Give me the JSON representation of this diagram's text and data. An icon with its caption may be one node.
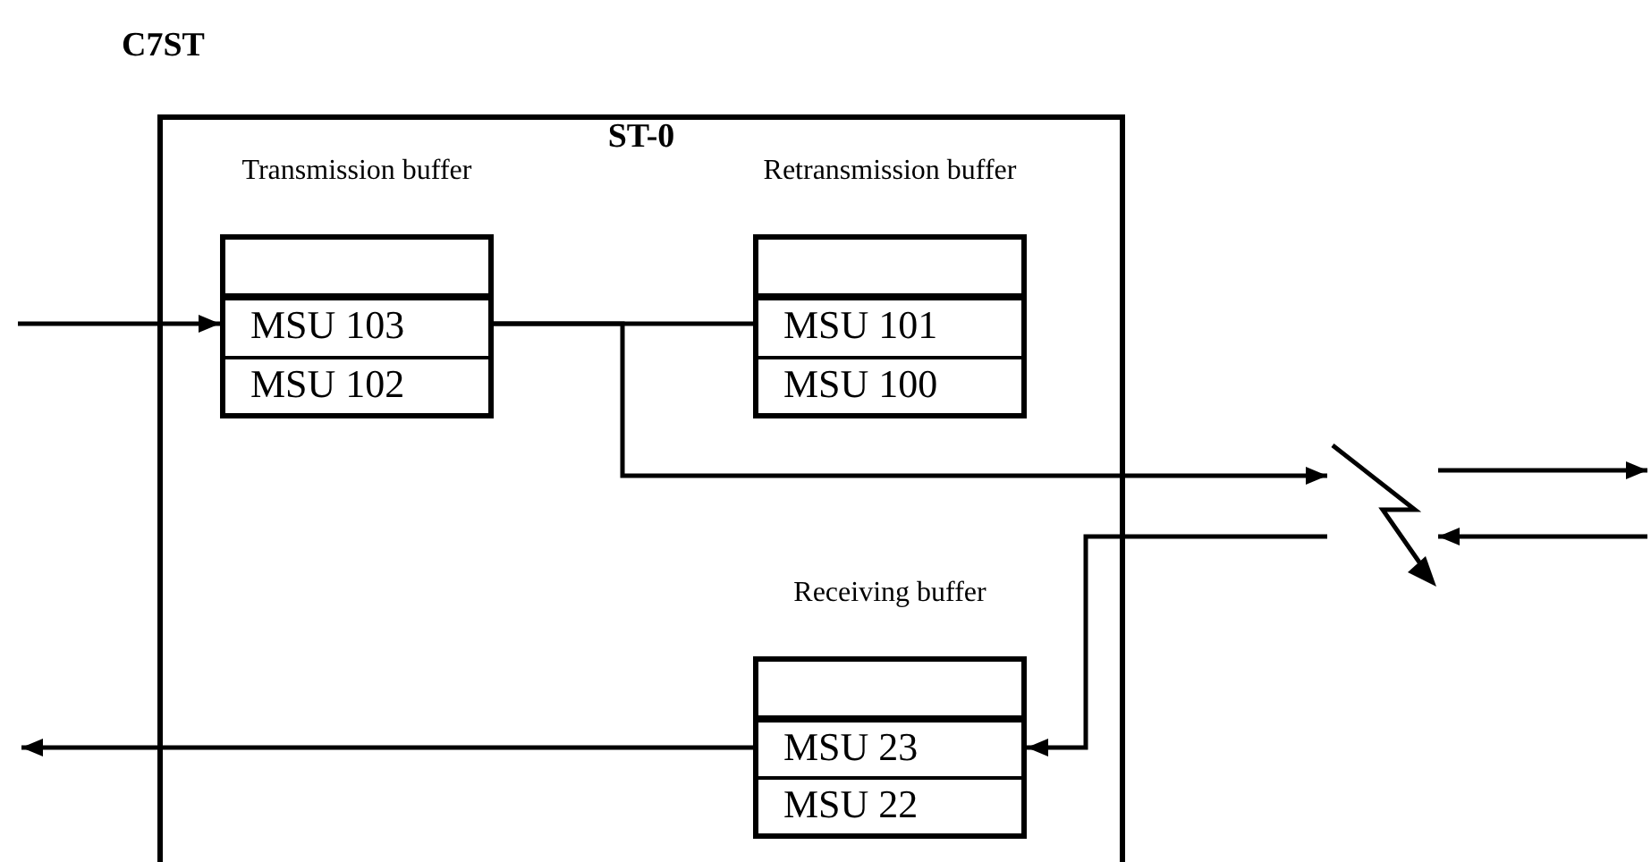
{
  "diagram": {
    "nodes": [
      {
        "text": [
          "ST-0"
        ]
      },
      {
        "text": [
          "Transmission buffer",
          "MSU 103",
          "MSU 102"
        ],
        "in": 0
      },
      {
        "text": [
          "Retransmission buffer",
          "MSU 101",
          "MSU 100"
        ],
        "in": 0
      },
      {
        "text": [
          "Receiving buffer",
          "MSU 23",
          "MSU 22"
        ],
        "in": 0
      },
      {
        "text": [],
        "shape": "lightning"
      }
    ],
    "edges": [
      {
        "from": null,
        "to": 1,
        "arrow": "to"
      },
      {
        "from": 1,
        "to": 2,
        "arrow": "none"
      },
      {
        "from": 1,
        "to": 4,
        "arrow": "to"
      },
      {
        "from": 4,
        "to": null,
        "arrow": "to"
      },
      {
        "from": null,
        "to": 4,
        "arrow": "to"
      },
      {
        "from": 4,
        "to": 3,
        "arrow": "to"
      },
      {
        "from": 3,
        "to": null,
        "arrow": "to"
      }
    ],
    "labels": [
      "C7ST"
    ]
  }
}
